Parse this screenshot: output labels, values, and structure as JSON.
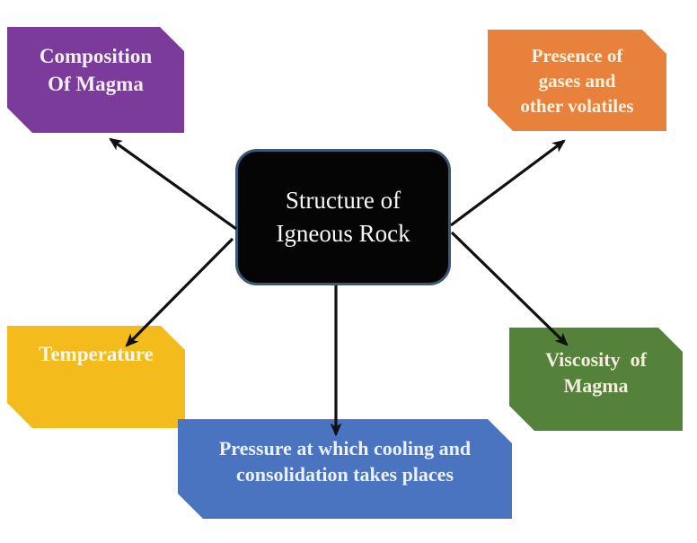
{
  "diagram_title": "Structure of Igneous Rock factors mind map",
  "background_color": "#ffffff",
  "arrow_color": "#101010",
  "center_node": {
    "lines": [
      "Structure of",
      "Igneous Rock"
    ],
    "bg_color": "#050505",
    "border_color": "#3b5878",
    "text_color": "#f7f7f7"
  },
  "nodes": {
    "composition": {
      "lines": [
        "Composition",
        "Of Magma"
      ],
      "bg_color": "#7a3b9b",
      "text_color": "#f7eef7",
      "position": "top-left"
    },
    "gases": {
      "lines": [
        "Presence of",
        "gases and",
        "other volatiles"
      ],
      "bg_color": "#e8813c",
      "text_color": "#faf1dd",
      "position": "top-right"
    },
    "temperature": {
      "lines": [
        "Temperature"
      ],
      "bg_color": "#f3bb1c",
      "text_color": "#fdf8ea",
      "position": "bottom-left"
    },
    "pressure": {
      "lines": [
        "Pressure at which cooling and",
        "consolidation takes places"
      ],
      "bg_color": "#4a74c0",
      "text_color": "#eaf1fa",
      "position": "bottom-center"
    },
    "viscosity": {
      "lines": [
        "Viscosity  of",
        "Magma"
      ],
      "bg_color": "#55823a",
      "text_color": "#f1efda",
      "position": "bottom-right"
    }
  }
}
